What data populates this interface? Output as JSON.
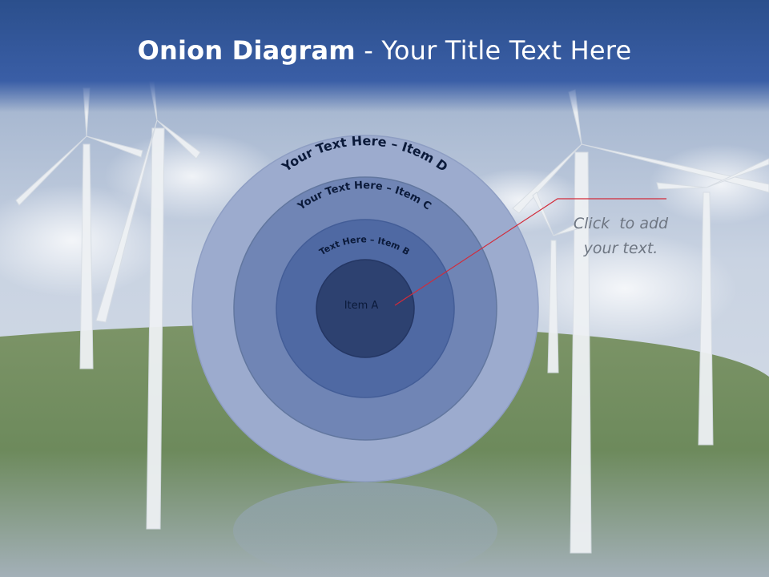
{
  "slide": {
    "title_bold": "Onion Diagram",
    "title_rest": " - Your Title Text Here"
  },
  "onion": {
    "rings": [
      {
        "label": "Your Text Here – Item D",
        "color": "#9cabce"
      },
      {
        "label": "Your Text Here – Item C",
        "color": "#7085b5"
      },
      {
        "label": "Text Here – Item B",
        "color": "#4f69a3"
      },
      {
        "label": "Item A",
        "color": "#2d4170"
      }
    ]
  },
  "callout": {
    "text_line1": "Click  to add",
    "text_line2": "your text.",
    "line_color": "#d22b3a"
  },
  "colors": {
    "title_bar": "#2f5597",
    "sky": "#b9c6da",
    "grass": "#6f8a5c"
  }
}
